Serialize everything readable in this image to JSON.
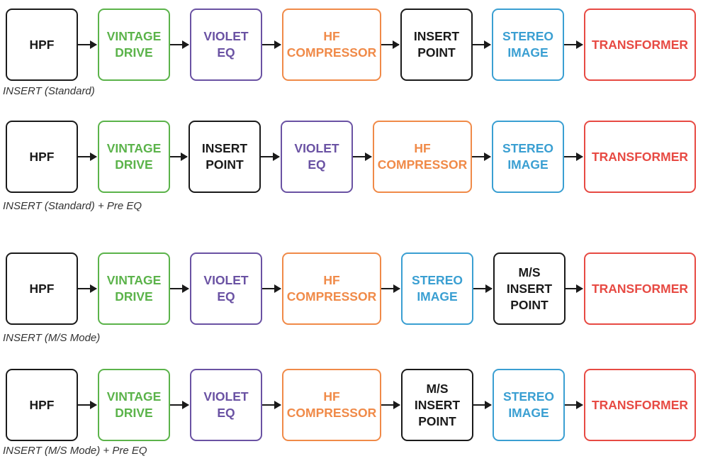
{
  "diagrams": [
    {
      "caption": "INSERT (Standard)",
      "blocks": [
        {
          "label": "HPF",
          "color": "black"
        },
        {
          "label": "VINTAGE\nDRIVE",
          "color": "green"
        },
        {
          "label": "VIOLET\nEQ",
          "color": "purple"
        },
        {
          "label": "HF\nCOMPRESSOR",
          "color": "orange"
        },
        {
          "label": "INSERT\nPOINT",
          "color": "black"
        },
        {
          "label": "STEREO\nIMAGE",
          "color": "blue"
        },
        {
          "label": "TRANSFORMER",
          "color": "red"
        }
      ]
    },
    {
      "caption": "INSERT (Standard) + Pre EQ",
      "blocks": [
        {
          "label": "HPF",
          "color": "black"
        },
        {
          "label": "VINTAGE\nDRIVE",
          "color": "green"
        },
        {
          "label": "INSERT\nPOINT",
          "color": "black"
        },
        {
          "label": "VIOLET\nEQ",
          "color": "purple"
        },
        {
          "label": "HF\nCOMPRESSOR",
          "color": "orange"
        },
        {
          "label": "STEREO\nIMAGE",
          "color": "blue"
        },
        {
          "label": "TRANSFORMER",
          "color": "red"
        }
      ]
    },
    {
      "caption": "INSERT (M/S Mode)",
      "blocks": [
        {
          "label": "HPF",
          "color": "black"
        },
        {
          "label": "VINTAGE\nDRIVE",
          "color": "green"
        },
        {
          "label": "VIOLET\nEQ",
          "color": "purple"
        },
        {
          "label": "HF\nCOMPRESSOR",
          "color": "orange"
        },
        {
          "label": "STEREO\nIMAGE",
          "color": "blue"
        },
        {
          "label": "M/S\nINSERT\nPOINT",
          "color": "black"
        },
        {
          "label": "TRANSFORMER",
          "color": "red"
        }
      ]
    },
    {
      "caption": "INSERT (M/S Mode) + Pre EQ",
      "blocks": [
        {
          "label": "HPF",
          "color": "black"
        },
        {
          "label": "VINTAGE\nDRIVE",
          "color": "green"
        },
        {
          "label": "VIOLET\nEQ",
          "color": "purple"
        },
        {
          "label": "HF\nCOMPRESSOR",
          "color": "orange"
        },
        {
          "label": "M/S\nINSERT\nPOINT",
          "color": "black"
        },
        {
          "label": "STEREO\nIMAGE",
          "color": "blue"
        },
        {
          "label": "TRANSFORMER",
          "color": "red"
        }
      ]
    }
  ],
  "colors": {
    "black": "#1a1a1a",
    "green": "#5bb34a",
    "purple": "#6a52a3",
    "orange": "#f08a48",
    "blue": "#3a9fd2",
    "red": "#e74a43"
  }
}
